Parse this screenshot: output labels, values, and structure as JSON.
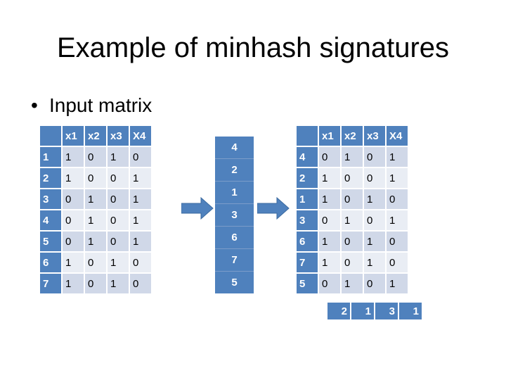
{
  "slide": {
    "title": "Example of minhash signatures",
    "bullet": "Input matrix"
  },
  "left_table": {
    "headers": [
      "",
      "x1",
      "x2",
      "x3",
      "X4"
    ],
    "rows": [
      [
        "1",
        "1",
        "0",
        "1",
        "0"
      ],
      [
        "2",
        "1",
        "0",
        "0",
        "1"
      ],
      [
        "3",
        "0",
        "1",
        "0",
        "1"
      ],
      [
        "4",
        "0",
        "1",
        "0",
        "1"
      ],
      [
        "5",
        "0",
        "1",
        "0",
        "1"
      ],
      [
        "6",
        "1",
        "0",
        "1",
        "0"
      ],
      [
        "7",
        "1",
        "0",
        "1",
        "0"
      ]
    ]
  },
  "permutation": [
    "4",
    "2",
    "1",
    "3",
    "6",
    "7",
    "5"
  ],
  "right_table": {
    "headers": [
      "",
      "x1",
      "x2",
      "x3",
      "X4"
    ],
    "rows": [
      [
        "4",
        "0",
        "1",
        "0",
        "1"
      ],
      [
        "2",
        "1",
        "0",
        "0",
        "1"
      ],
      [
        "1",
        "1",
        "0",
        "1",
        "0"
      ],
      [
        "3",
        "0",
        "1",
        "0",
        "1"
      ],
      [
        "6",
        "1",
        "0",
        "1",
        "0"
      ],
      [
        "7",
        "1",
        "0",
        "1",
        "0"
      ],
      [
        "5",
        "0",
        "1",
        "0",
        "1"
      ]
    ]
  },
  "signature": [
    "2",
    "1",
    "3",
    "1"
  ],
  "colors": {
    "header_blue": "#4f81bd",
    "band_dark": "#d0d8e8",
    "band_light": "#e9edf4"
  },
  "icons": [
    "right-arrow-icon"
  ]
}
